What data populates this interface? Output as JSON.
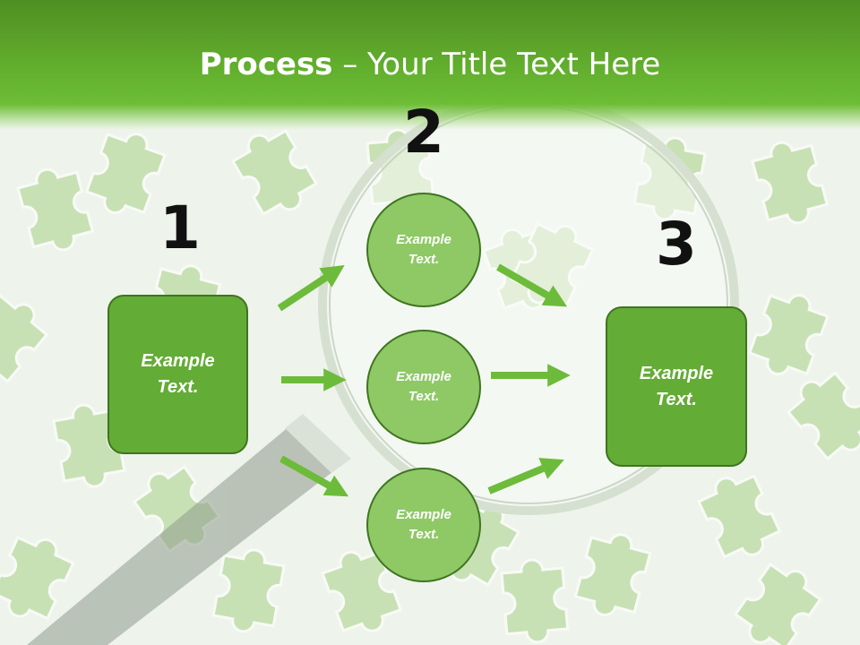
{
  "slide": {
    "title_bold": "Process",
    "title_rest": " – Your Title Text Here",
    "step_numbers": [
      "1",
      "2",
      "3"
    ],
    "left_box": "Example\nText.",
    "right_box": "Example\nText.",
    "circles": [
      "Example\nText.",
      "Example\nText.",
      "Example\nText."
    ]
  },
  "colors": {
    "header_green": "#63b02e",
    "box_fill": "#63ac35",
    "circle_fill": "#8ec965",
    "outline": "#3f7420",
    "arrow": "#6dbb3a"
  }
}
